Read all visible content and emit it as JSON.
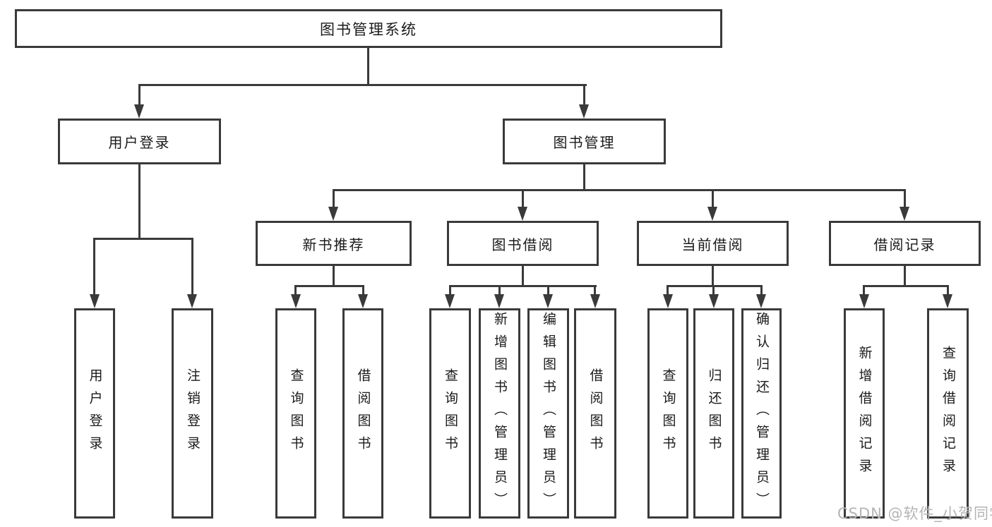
{
  "diagram": {
    "root": {
      "label": "图书管理系统",
      "children": [
        {
          "label": "用户登录",
          "children": [
            {
              "label": "用户登录"
            },
            {
              "label": "注销登录"
            }
          ]
        },
        {
          "label": "图书管理",
          "children": [
            {
              "label": "新书推荐",
              "children": [
                {
                  "label": "查询图书"
                },
                {
                  "label": "借阅图书"
                }
              ]
            },
            {
              "label": "图书借阅",
              "children": [
                {
                  "label": "查询图书"
                },
                {
                  "label": "新增图书（管理员）"
                },
                {
                  "label": "编辑图书（管理员）"
                },
                {
                  "label": "借阅图书"
                }
              ]
            },
            {
              "label": "当前借阅",
              "children": [
                {
                  "label": "查询图书"
                },
                {
                  "label": "归还图书"
                },
                {
                  "label": "确认归还（管理员）"
                }
              ]
            },
            {
              "label": "借阅记录",
              "children": [
                {
                  "label": "新增借阅记录"
                },
                {
                  "label": "查询借阅记录"
                }
              ]
            }
          ]
        }
      ]
    }
  },
  "watermark": {
    "text": "CSDN @软件_小贺同学"
  },
  "colors": {
    "stroke": "#3a3a3a",
    "text": "#1a1a1a",
    "watermark": "#b4b4b4",
    "background": "#ffffff"
  }
}
